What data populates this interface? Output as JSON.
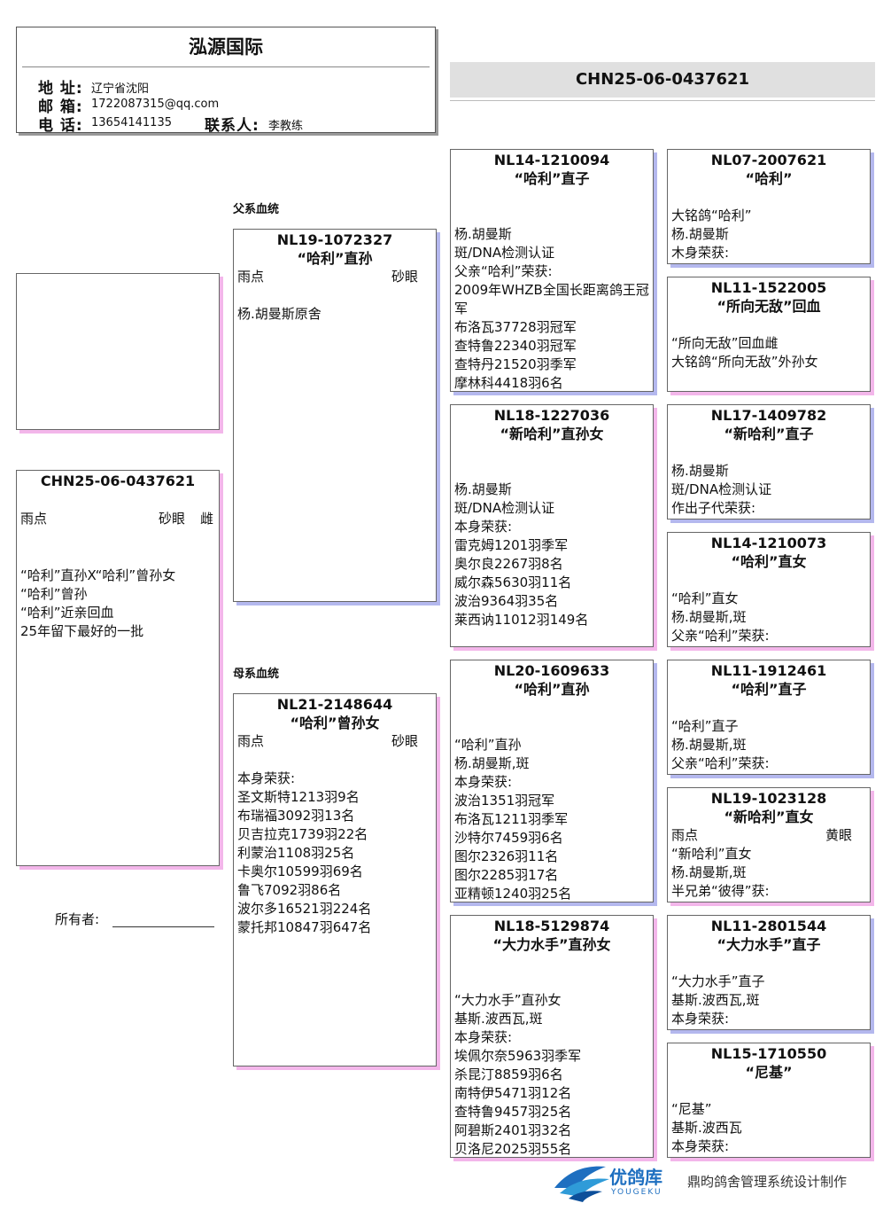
{
  "header": {
    "title": "泓源国际",
    "address_label": "地 址:",
    "address": "辽宁省沈阳",
    "email_label": "邮 箱:",
    "email": "1722087315@qq.com",
    "phone_label": "电 话:",
    "phone": "13654141135",
    "contact_label": "联系人:",
    "contact": "李教练"
  },
  "banner": {
    "ring": "CHN25-06-0437621"
  },
  "labels": {
    "sire_line": "父系血统",
    "dam_line": "母系血统"
  },
  "subject": {
    "ring": "CHN25-06-0437621",
    "color": "雨点",
    "eye": "砂眼",
    "sex": "雌",
    "lines": [
      "“哈利”直孙X“哈利”曾孙女",
      "“哈利”曾孙",
      "“哈利”近亲回血",
      "25年留下最好的一批"
    ]
  },
  "sire": {
    "ring": "NL19-1072327",
    "name": "“哈利”直孙",
    "color": "雨点",
    "eye": "砂眼",
    "lines": [
      "",
      "杨.胡曼斯原舍"
    ]
  },
  "dam": {
    "ring": "NL21-2148644",
    "name": "“哈利”曾孙女",
    "color": "雨点",
    "eye": "砂眼",
    "lines": [
      "",
      "本身荣获:",
      "圣文斯特1213羽9名",
      "布瑞福3092羽13名",
      "贝吉拉克1739羽22名",
      "利蒙治1108羽25名",
      "卡奥尔10599羽69名",
      "鲁飞7092羽86名",
      "波尔多16521羽224名",
      "蒙托邦10847羽647名"
    ]
  },
  "ss": {
    "ring": "NL14-1210094",
    "name": "“哈利”直子",
    "lines": [
      "",
      "",
      "杨.胡曼斯",
      "斑/DNA检测认证",
      "父亲“哈利”荣获:",
      "2009年WHZB全国长距离鸽王冠军",
      "布洛瓦37728羽冠军",
      "查特鲁22340羽冠军",
      "查特丹21520羽季军",
      "摩林科4418羽6名"
    ]
  },
  "sd": {
    "ring": "NL18-1227036",
    "name": "“新哈利”直孙女",
    "lines": [
      "",
      "",
      "杨.胡曼斯",
      "斑/DNA检测认证",
      "本身荣获:",
      "雷克姆1201羽季军",
      "奥尔良2267羽8名",
      "威尔森5630羽11名",
      "波治9364羽35名",
      "莱西讷11012羽149名"
    ]
  },
  "ds": {
    "ring": "NL20-1609633",
    "name": "“哈利”直孙",
    "lines": [
      "",
      "",
      "“哈利”直孙",
      "杨.胡曼斯,斑",
      "本身荣获:",
      "波治1351羽冠军",
      "布洛瓦1211羽季军",
      "沙特尔7459羽6名",
      "图尔2326羽11名",
      "图尔2285羽17名",
      "亚精顿1240羽25名"
    ]
  },
  "dd": {
    "ring": "NL18-5129874",
    "name": "“大力水手”直孙女",
    "lines": [
      "",
      "",
      "“大力水手”直孙女",
      "基斯.波西瓦,斑",
      "本身荣获:",
      "埃佩尔奈5963羽季军",
      "杀昆汀8859羽6名",
      "南特伊5471羽12名",
      "查特鲁9457羽25名",
      "阿碧斯2401羽32名",
      "贝洛尼2025羽55名"
    ]
  },
  "sss": {
    "ring": "NL07-2007621",
    "name": "“哈利”",
    "lines": [
      "",
      "大铭鸽“哈利”",
      "杨.胡曼斯",
      "木身荣获:"
    ]
  },
  "ssd": {
    "ring": "NL11-1522005",
    "name": "“所向无敌”回血",
    "lines": [
      "",
      "“所向无敌”回血雌",
      "大铭鸽“所向无敌”外孙女"
    ]
  },
  "sds": {
    "ring": "NL17-1409782",
    "name": "“新哈利”直子",
    "lines": [
      "",
      "杨.胡曼斯",
      "斑/DNA检测认证",
      "作出子代荣获:"
    ]
  },
  "sdd": {
    "ring": "NL14-1210073",
    "name": "“哈利”直女",
    "lines": [
      "",
      "“哈利”直女",
      "杨.胡曼斯,斑",
      "父亲“哈利”荣获:"
    ]
  },
  "dss": {
    "ring": "NL11-1912461",
    "name": "“哈利”直子",
    "lines": [
      "",
      "“哈利”直子",
      "杨.胡曼斯,斑",
      "父亲“哈利”荣获:"
    ]
  },
  "dsd": {
    "ring": "NL19-1023128",
    "name": "“新哈利”直女",
    "color": "雨点",
    "eye": "黄眼",
    "lines": [
      "“新哈利”直女",
      "杨.胡曼斯,斑",
      "半兄弟“彼得”获:"
    ]
  },
  "dds": {
    "ring": "NL11-2801544",
    "name": "“大力水手”直子",
    "lines": [
      "",
      "“大力水手”直子",
      "基斯.波西瓦,斑",
      "本身荣获:"
    ]
  },
  "ddd": {
    "ring": "NL15-1710550",
    "name": "“尼基”",
    "lines": [
      "",
      "“尼基”",
      "基斯.波西瓦",
      "本身荣获:"
    ]
  },
  "owner": {
    "label": "所有者:"
  },
  "footer": {
    "brand": "优鸽库",
    "brand_en": "YOUGEKU",
    "credit": "鼎昀鸽舍管理系统设计制作",
    "brand_color": "#1e6fc0"
  }
}
